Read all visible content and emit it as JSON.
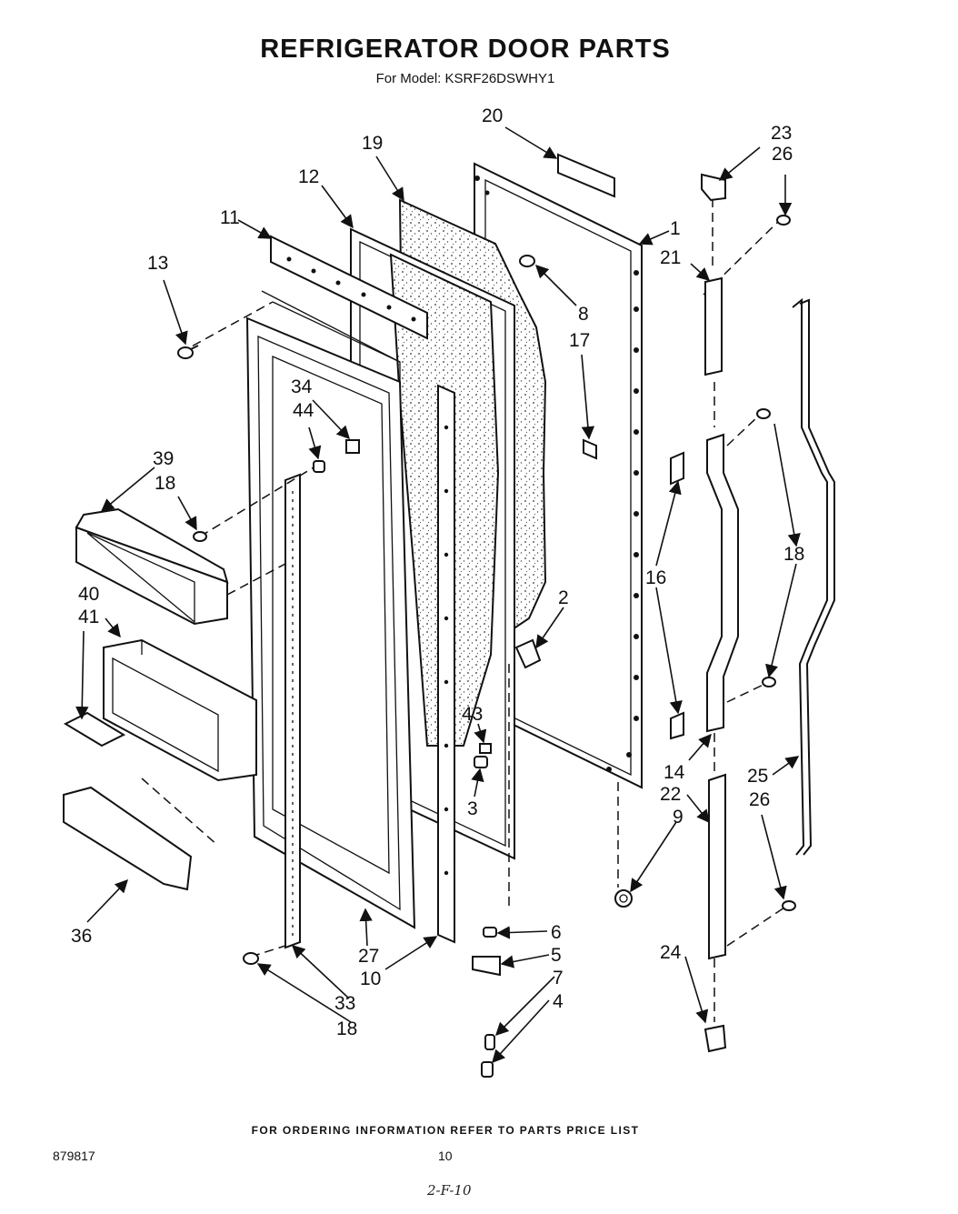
{
  "title": "REFRIGERATOR DOOR PARTS",
  "subtitle": "For Model: KSRF26DSWHY1",
  "footer_note": "FOR ORDERING INFORMATION REFER TO PARTS PRICE LIST",
  "doc_number": "879817",
  "page_number": "10",
  "handwritten_note": "2-F-10",
  "callouts": [
    {
      "id": "c20",
      "label": "20"
    },
    {
      "id": "c19",
      "label": "19"
    },
    {
      "id": "c12",
      "label": "12"
    },
    {
      "id": "c11",
      "label": "11"
    },
    {
      "id": "c13",
      "label": "13"
    },
    {
      "id": "c1",
      "label": "1"
    },
    {
      "id": "c8",
      "label": "8"
    },
    {
      "id": "c17",
      "label": "17"
    },
    {
      "id": "c23",
      "label": "23"
    },
    {
      "id": "c26a",
      "label": "26"
    },
    {
      "id": "c21",
      "label": "21"
    },
    {
      "id": "c34",
      "label": "34"
    },
    {
      "id": "c44",
      "label": "44"
    },
    {
      "id": "c39",
      "label": "39"
    },
    {
      "id": "c18a",
      "label": "18"
    },
    {
      "id": "c16",
      "label": "16"
    },
    {
      "id": "c18b",
      "label": "18"
    },
    {
      "id": "c2",
      "label": "2"
    },
    {
      "id": "c40",
      "label": "40"
    },
    {
      "id": "c41",
      "label": "41"
    },
    {
      "id": "c43",
      "label": "43"
    },
    {
      "id": "c3",
      "label": "3"
    },
    {
      "id": "c14",
      "label": "14"
    },
    {
      "id": "c25",
      "label": "25"
    },
    {
      "id": "c22",
      "label": "22"
    },
    {
      "id": "c26b",
      "label": "26"
    },
    {
      "id": "c9",
      "label": "9"
    },
    {
      "id": "c36",
      "label": "36"
    },
    {
      "id": "c6",
      "label": "6"
    },
    {
      "id": "c5",
      "label": "5"
    },
    {
      "id": "c27",
      "label": "27"
    },
    {
      "id": "c10",
      "label": "10"
    },
    {
      "id": "c24",
      "label": "24"
    },
    {
      "id": "c7",
      "label": "7"
    },
    {
      "id": "c4",
      "label": "4"
    },
    {
      "id": "c33",
      "label": "33"
    },
    {
      "id": "c18c",
      "label": "18"
    }
  ]
}
